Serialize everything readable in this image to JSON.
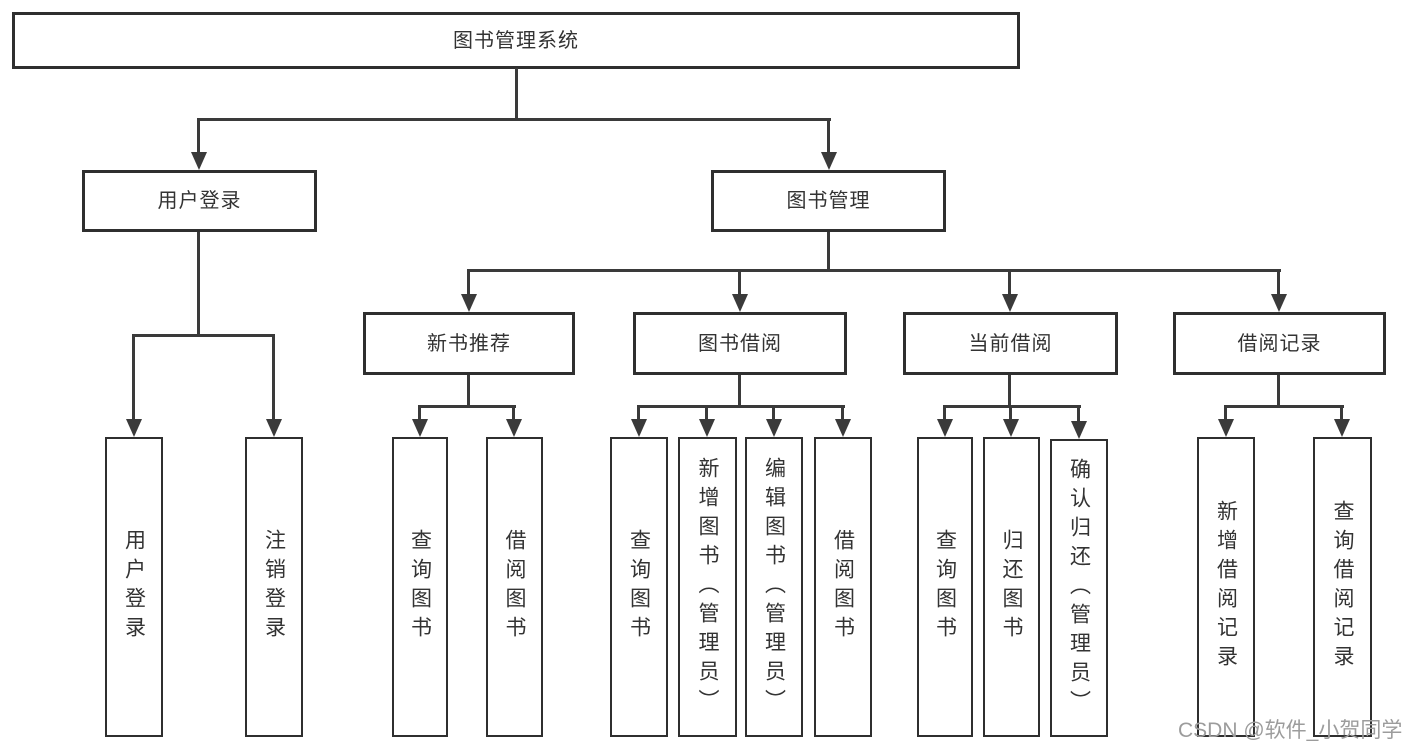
{
  "page": {
    "background": "#ffffff",
    "line_color": "#3a3a3a",
    "border_color": "#2f2f2f",
    "text_color": "#333333"
  },
  "tree": {
    "root": "图书管理系统",
    "children": [
      {
        "label": "用户登录",
        "children": [
          "用户登录",
          "注销登录"
        ]
      },
      {
        "label": "图书管理",
        "children": [
          {
            "label": "新书推荐",
            "children": [
              "查询图书",
              "借阅图书"
            ]
          },
          {
            "label": "图书借阅",
            "children": [
              "查询图书",
              "新增图书（管理员）",
              "编辑图书（管理员）",
              "借阅图书"
            ]
          },
          {
            "label": "当前借阅",
            "children": [
              "查询图书",
              "归还图书",
              "确认归还（管理员）"
            ]
          },
          {
            "label": "借阅记录",
            "children": [
              "新增借阅记录",
              "查询借阅记录"
            ]
          }
        ]
      }
    ]
  },
  "watermark": {
    "text": "CSDN @软件_小贺同学",
    "color": "#9c9c9c"
  }
}
